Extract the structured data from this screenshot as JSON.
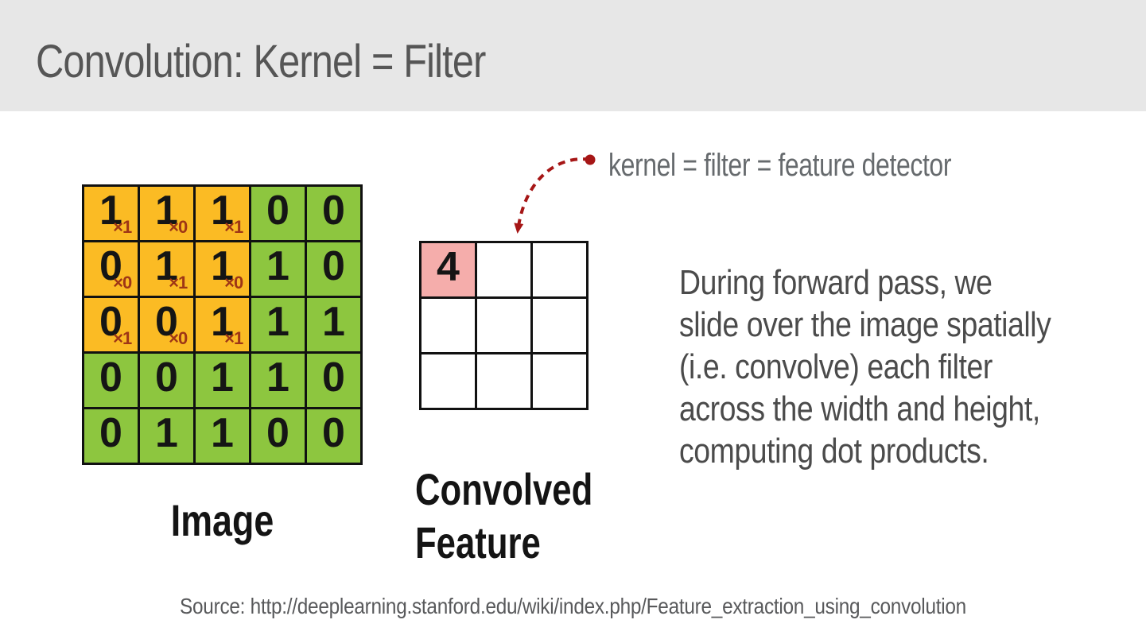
{
  "slide": {
    "title": "Convolution: Kernel = Filter",
    "source": "Source: http://deeplearning.stanford.edu/wiki/index.php/Feature_extraction_using_convolution"
  },
  "image_grid": {
    "label": "Image",
    "values": [
      [
        "1",
        "1",
        "1",
        "0",
        "0"
      ],
      [
        "0",
        "1",
        "1",
        "1",
        "0"
      ],
      [
        "0",
        "0",
        "1",
        "1",
        "1"
      ],
      [
        "0",
        "0",
        "1",
        "1",
        "0"
      ],
      [
        "0",
        "1",
        "1",
        "0",
        "0"
      ]
    ],
    "kernel_multipliers": [
      [
        "×1",
        "×0",
        "×1"
      ],
      [
        "×0",
        "×1",
        "×0"
      ],
      [
        "×1",
        "×0",
        "×1"
      ]
    ]
  },
  "convolved_grid": {
    "label_lines": [
      "Convolved",
      "Feature"
    ],
    "values": [
      [
        "4",
        "",
        ""
      ],
      [
        "",
        "",
        ""
      ],
      [
        "",
        "",
        ""
      ]
    ]
  },
  "annotation": {
    "label": "kernel = filter = feature detector"
  },
  "body_text": {
    "lines": [
      "During forward pass, we",
      "slide over the image spatially",
      "(i.e. convolve) each filter",
      "across the width and height,",
      "computing dot products."
    ]
  },
  "colors": {
    "header_bg": "#E7E7E7",
    "title_gray": "#565656",
    "kernel_overlay": "#FBBB24",
    "image_cell": "#8DC63F",
    "result_highlight": "#F5ADAB",
    "grid_border": "#111111",
    "multiplier_red": "#9E3616",
    "arrow_red": "#A61616",
    "body_gray": "#4B4B4B"
  }
}
